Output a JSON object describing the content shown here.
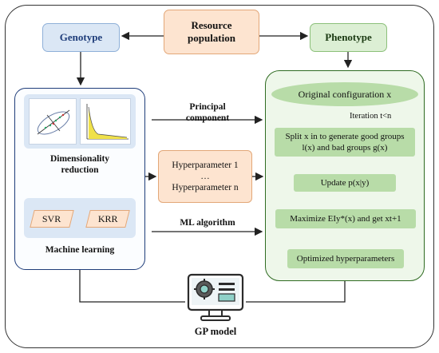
{
  "top": {
    "genotype": "Genotype",
    "resource_line1": "Resource",
    "resource_line2": "population",
    "phenotype": "Phenotype"
  },
  "left_panel": {
    "dim_line1": "Dimensionality",
    "dim_line2": "reduction",
    "svr": "SVR",
    "krr": "KRR",
    "ml_label": "Machine learning"
  },
  "middle": {
    "pc_line1": "Principal",
    "pc_line2": "component",
    "hyper1": "Hyperparameter 1",
    "ellipsis": "…",
    "hypern": "Hyperparameter n",
    "ml_algorithm": "ML algorithm"
  },
  "right_panel": {
    "original": "Original configuration x",
    "iteration": "Iteration t<n",
    "split_line1": "Split x in to generate good groups",
    "split_line2": "l(x) and bad groups g(x)",
    "update": "Update p(x|y)",
    "maximize": "Maximize EIy*(x) and get xt+1",
    "optimized": "Optimized hyperparameters"
  },
  "bottom": {
    "gp_model": "GP model"
  },
  "colors": {
    "blue_fill": "#dbe7f5",
    "orange_fill": "#fde4d0",
    "green_fill": "#b8dca8",
    "panel_green_border": "#2f6b22",
    "panel_blue_border": "#1f3d7a"
  }
}
